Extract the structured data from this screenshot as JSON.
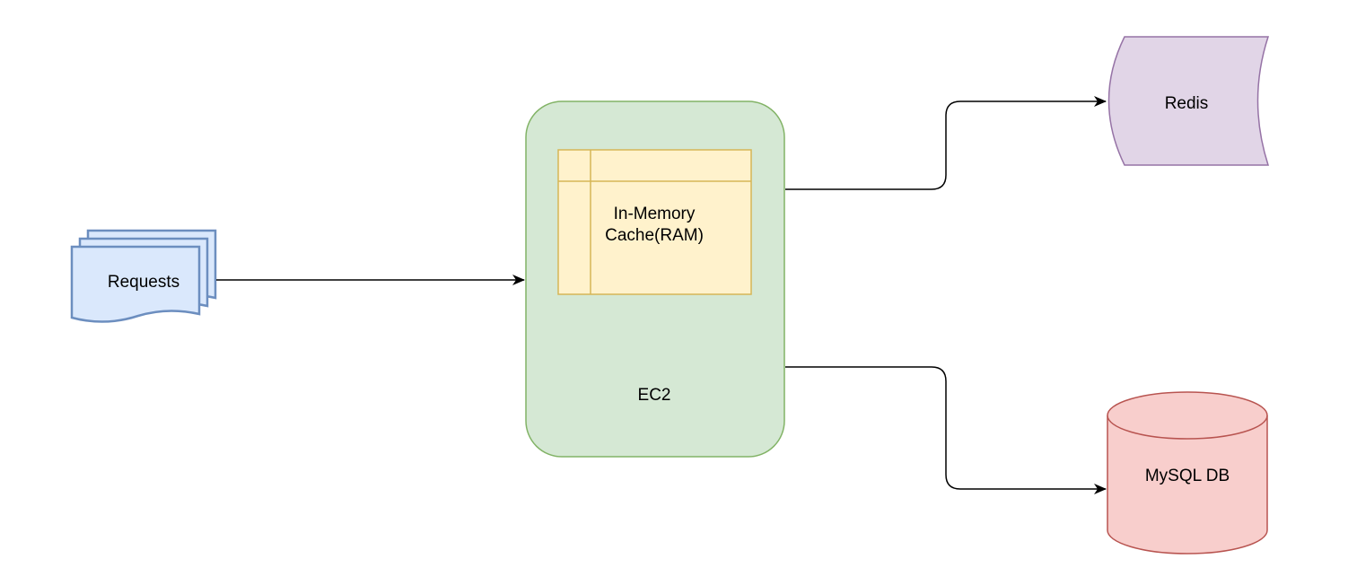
{
  "nodes": {
    "requests": {
      "label": "Requests",
      "icon": "multiple-documents-icon",
      "fill": "#dae8fc",
      "stroke": "#6c8ebf"
    },
    "ec2": {
      "label": "EC2",
      "fill": "#d5e8d4",
      "stroke": "#82b366"
    },
    "cache": {
      "label_line1": "In-Memory",
      "label_line2": "Cache(RAM)",
      "fill": "#fff2cc",
      "stroke": "#d6b656"
    },
    "redis": {
      "label": "Redis",
      "fill": "#e1d5e7",
      "stroke": "#9673a6"
    },
    "mysql": {
      "label": "MySQL DB",
      "icon": "database-cylinder-icon",
      "fill": "#f8cecc",
      "stroke": "#b85450"
    }
  },
  "edges": [
    {
      "from": "requests",
      "to": "ec2"
    },
    {
      "from": "ec2",
      "to": "redis"
    },
    {
      "from": "ec2",
      "to": "mysql"
    }
  ]
}
